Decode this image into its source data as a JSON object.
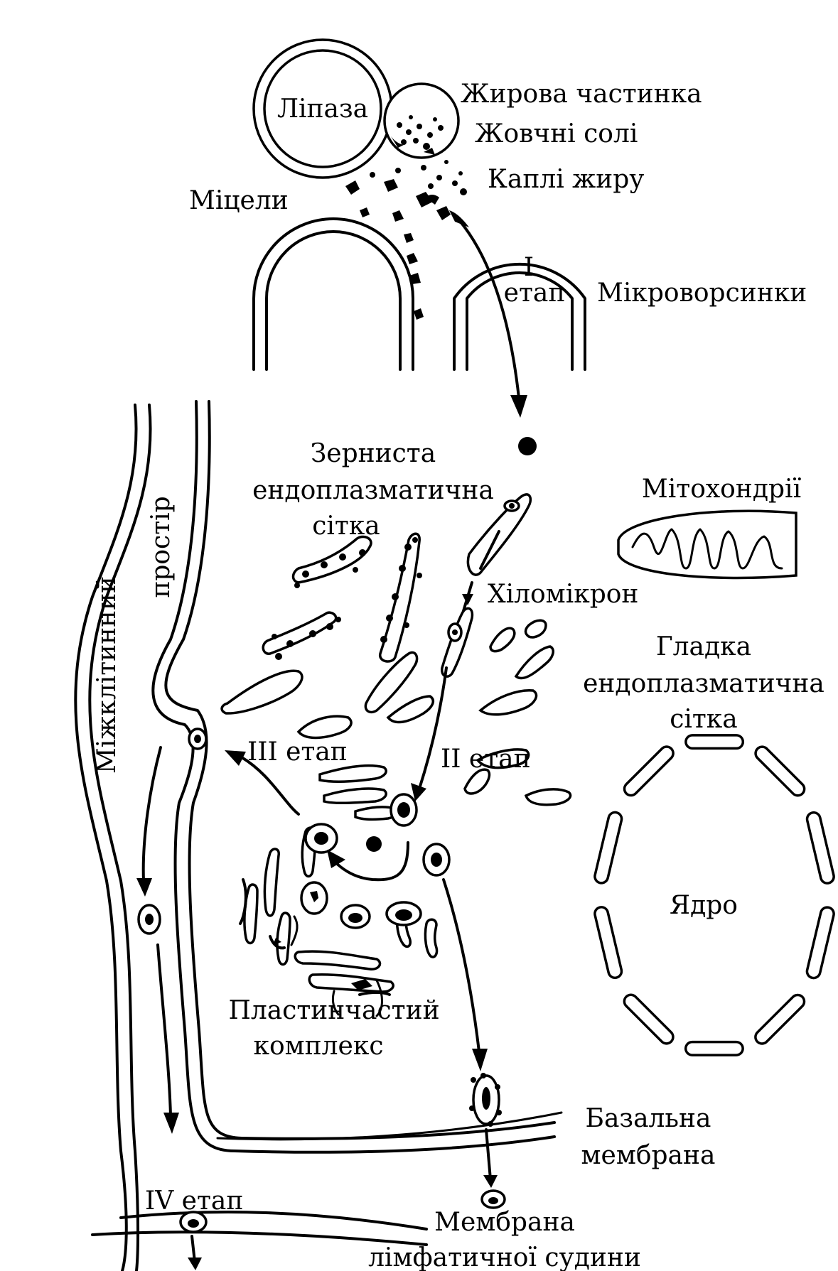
{
  "labels": {
    "lipase": "Ліпаза",
    "fat_particle": "Жирова частинка",
    "bile_salts": "Жовчні солі",
    "fat_drops": "Каплі жиру",
    "micelles": "Міцели",
    "stage_1_numeral": "I",
    "stage_1_word": "етап",
    "microvilli": "Мікроворсинки",
    "rough_er_line1": "Зерниста",
    "rough_er_line2": "ендоплазматична",
    "rough_er_line3": "сітка",
    "mitochondria": "Мітохондрії",
    "space_vertical": "простір",
    "intercellular_vertical": "Міжклітинний",
    "chylomicron": "Хіломікрон",
    "smooth_er_line1": "Гладка",
    "smooth_er_line2": "ендоплазматична",
    "smooth_er_line3": "сітка",
    "stage_3": "III етап",
    "stage_2": "II етап",
    "nucleus": "Ядро",
    "golgi_line1": "Пластинчастий",
    "golgi_line2": "комплекс",
    "basal_membrane_line1": "Базальна",
    "basal_membrane_line2": "мембрана",
    "stage_4": "IV етап",
    "lymph_membrane_line1": "Мембрана",
    "lymph_membrane_line2": "лімфатичної судини"
  },
  "colors": {
    "ink": "#000000",
    "background": "#ffffff"
  }
}
